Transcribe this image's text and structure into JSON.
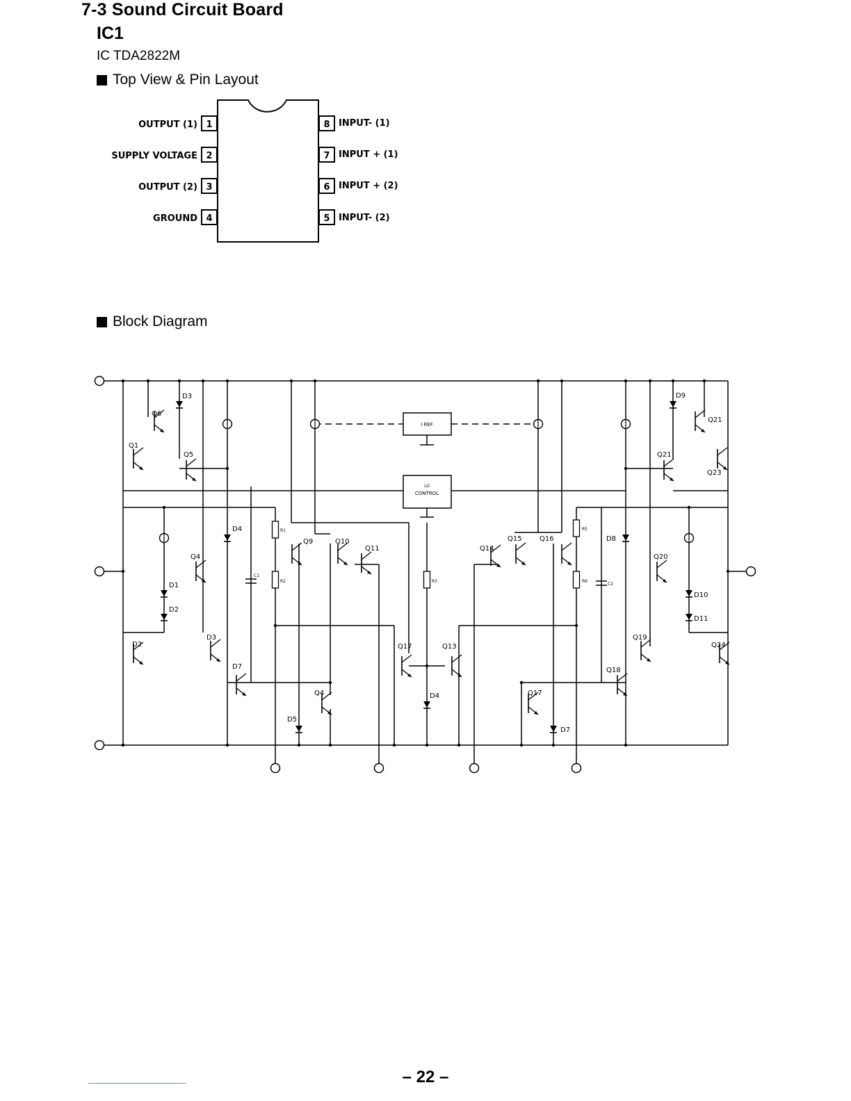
{
  "header": {
    "section_title": "7-3 Sound Circuit Board",
    "ic_label": "IC1",
    "part": "IC TDA2822M"
  },
  "pin_layout": {
    "heading": "Top View & Pin Layout",
    "pins_left": [
      {
        "num": "1",
        "label": "OUTPUT (1)"
      },
      {
        "num": "2",
        "label": "SUPPLY VOLTAGE"
      },
      {
        "num": "3",
        "label": "OUTPUT (2)"
      },
      {
        "num": "4",
        "label": "GROUND"
      }
    ],
    "pins_right": [
      {
        "num": "8",
        "label": "INPUT- (1)"
      },
      {
        "num": "7",
        "label": "INPUT + (1)"
      },
      {
        "num": "6",
        "label": "INPUT + (2)"
      },
      {
        "num": "5",
        "label": "INPUT- (2)"
      }
    ]
  },
  "block_diagram": {
    "heading": "Block Diagram",
    "iref": "I REF",
    "lo_control": [
      "LO",
      "CONTROL"
    ],
    "transistors": [
      "Q6",
      "Q1",
      "Q5",
      "Q4",
      "D2",
      "D3",
      "D7",
      "Q9",
      "Q10",
      "Q11",
      "Q4",
      "Q17",
      "Q13",
      "Q14",
      "Q15",
      "Q16",
      "Q17",
      "Q18",
      "Q19",
      "Q20",
      "Q21",
      "Q21",
      "Q23",
      "Q24"
    ],
    "diodes": [
      "D3",
      "D4",
      "D1",
      "D2",
      "D5",
      "D4",
      "D7",
      "D8",
      "D9",
      "D10",
      "D11"
    ],
    "resistors": [
      "R1",
      "R2",
      "R3",
      "R5",
      "R6"
    ],
    "capacitors": [
      "C1",
      "C2"
    ]
  },
  "page_number": "– 22 –"
}
